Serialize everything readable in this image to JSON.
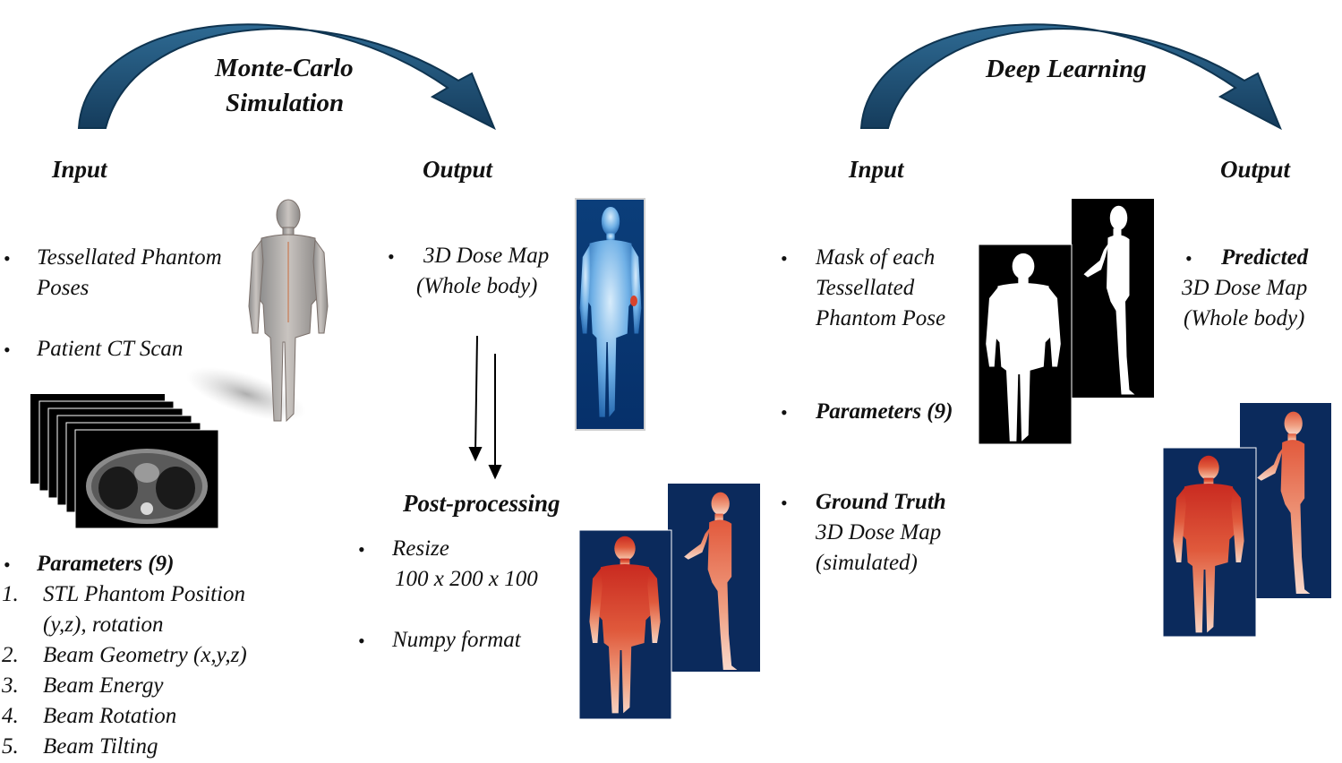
{
  "mc": {
    "title_line1": "Monte-Carlo",
    "title_line2": "Simulation",
    "input_heading": "Input",
    "output_heading": "Output",
    "input_item1_line1": "Tessellated Phantom",
    "input_item1_line2": "Poses",
    "input_item2": "Patient CT Scan",
    "params_heading": "Parameters (9)",
    "params": [
      {
        "num": "1.",
        "text": "STL Phantom Position"
      },
      {
        "num": "",
        "text": "(y,z), rotation"
      },
      {
        "num": "2.",
        "text": "Beam Geometry (x,y,z)"
      },
      {
        "num": "3.",
        "text": "Beam Energy"
      },
      {
        "num": "4.",
        "text": "Beam Rotation"
      },
      {
        "num": "5.",
        "text": "Beam Tilting"
      }
    ],
    "output_item_line1": "3D Dose Map",
    "output_item_line2": "(Whole body)",
    "post_heading": "Post-processing",
    "post_item1_line1": "Resize",
    "post_item1_line2": "100 x 200 x 100",
    "post_item2": "Numpy format"
  },
  "dl": {
    "title": "Deep Learning",
    "input_heading": "Input",
    "output_heading": "Output",
    "mask_line1": "Mask of each",
    "mask_line2": "Tessellated",
    "mask_line3": "Phantom Pose",
    "params": "Parameters (9)",
    "gt_line1": "Ground Truth",
    "gt_line2": "3D Dose Map",
    "gt_line3": "(simulated)",
    "pred_line1": "Predicted",
    "pred_line2": "3D Dose Map",
    "pred_line3": "(Whole body)"
  },
  "bullet": "•",
  "colors": {
    "arrow": "#1d4f73",
    "panel_navy": "#0b2a5c",
    "dose_red": "#d7402c",
    "mask_black": "#000000"
  }
}
